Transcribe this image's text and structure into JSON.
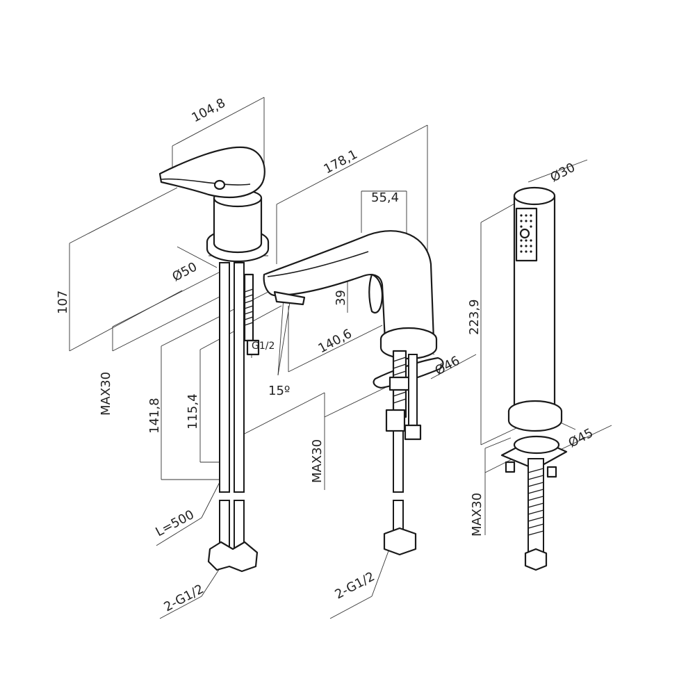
{
  "labels": {
    "handle_width": "104,8",
    "spout_reach_overall": "178,1",
    "spout_base_offset": "55,4",
    "handshower_diameter": "Ø30",
    "mixer_height": "107",
    "mixer_base_diameter": "Ø50",
    "spout_clearance": "39",
    "spout_reach": "140,6",
    "spout_base_diameter": "Ø46",
    "inlet_thread": "G1/2",
    "angle": "15º",
    "deck_thickness_mixer": "MAX30",
    "dim_141": "141,8",
    "dim_115": "115,4",
    "deck_thickness_spout": "MAX30",
    "hose_length": "L=500",
    "connection_left": "2-G1/2",
    "connection_middle": "2-G1/2",
    "handshower_height": "223,9",
    "holder_diameter": "Ø45",
    "deck_thickness_handshower": "MAX30"
  },
  "colors": {
    "line": "#1a1a1a",
    "background": "#ffffff"
  }
}
